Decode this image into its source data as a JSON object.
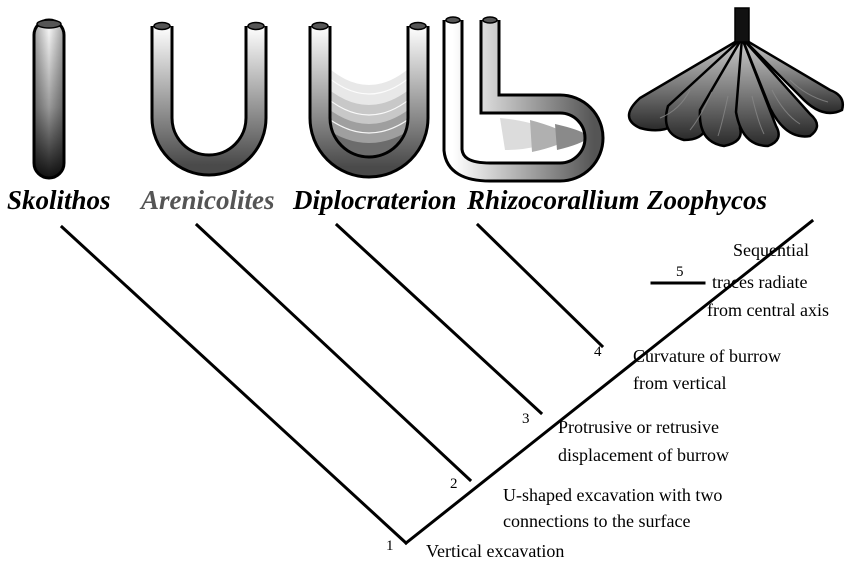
{
  "taxa": [
    "Skolithos",
    "Arenicolites",
    "Diplocraterion",
    "Rhizocorallium",
    "Zoophycos"
  ],
  "nodes": [
    {
      "number": "1",
      "lines": [
        "Vertical excavation"
      ]
    },
    {
      "number": "2",
      "lines": [
        "U-shaped excavation with two",
        "connections to the surface"
      ]
    },
    {
      "number": "3",
      "lines": [
        "Protrusive or retrusive",
        "displacement of burrow"
      ]
    },
    {
      "number": "4",
      "lines": [
        "Curvature of burrow",
        "from vertical"
      ]
    },
    {
      "number": "5",
      "lines": [
        "Sequential",
        "traces radiate",
        "from central axis"
      ]
    }
  ],
  "icons": [
    "skolithos-burrow-icon",
    "arenicolites-burrow-icon",
    "diplocraterion-burrow-icon",
    "rhizocorallium-burrow-icon",
    "zoophycos-burrow-icon"
  ]
}
